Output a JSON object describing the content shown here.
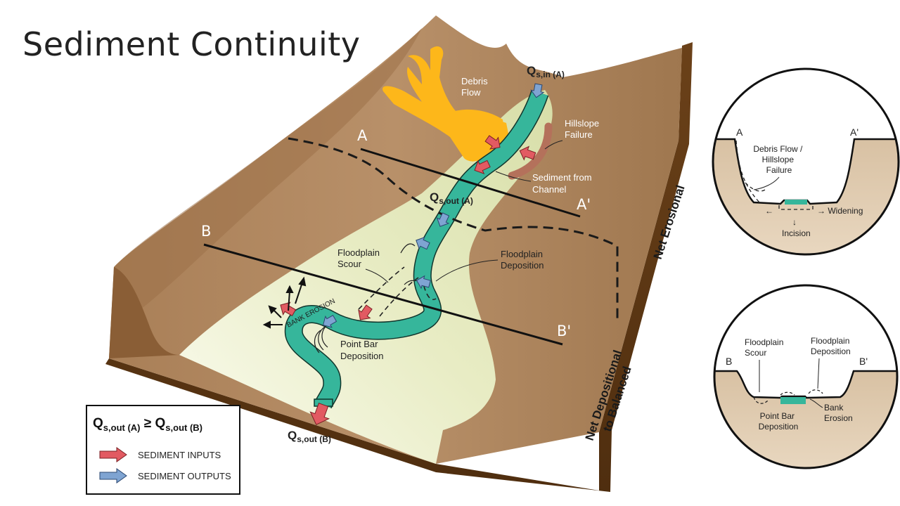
{
  "title": "Sediment Continuity",
  "colors": {
    "terrain_light": "#b28a62",
    "terrain_dark": "#5e3713",
    "floodplain": "#e2e7ba",
    "channel": "#36b69b",
    "debris": "#fdb71a",
    "failure": "#b4715b",
    "input_arrow": "#e25a62",
    "output_arrow": "#7fa4d2"
  },
  "main_diagram": {
    "labels": {
      "debris_flow": [
        "Debris",
        "Flow"
      ],
      "hillslope_failure": [
        "Hillslope",
        "Failure"
      ],
      "sediment_from_channel": [
        "Sediment from",
        "Channel"
      ],
      "floodplain_scour": [
        "Floodplain",
        "Scour"
      ],
      "floodplain_deposition": [
        "Floodplain",
        "Deposition"
      ],
      "point_bar_deposition": [
        "Point Bar",
        "Deposition"
      ],
      "bank_erosion": "BANK EROSION"
    },
    "sections": {
      "a": "A",
      "a_prime": "A'",
      "b": "B",
      "b_prime": "B'"
    },
    "flux": {
      "q_in_a": {
        "base": "Q",
        "sub": "s,in (A)"
      },
      "q_out_a": {
        "base": "Q",
        "sub": "s,out (A)"
      },
      "q_out_b": {
        "base": "Q",
        "sub": "s,out (B)"
      }
    },
    "zones": {
      "net_erosional": "Net Erosional",
      "net_depositional": [
        "Net Depositional",
        "to Balanced"
      ]
    }
  },
  "legend": {
    "lhs": {
      "base": "Q",
      "sub": "s,out (A)"
    },
    "operator": "≥",
    "rhs": {
      "base": "Q",
      "sub": "s,out (B)"
    },
    "inputs_label": "SEDIMENT INPUTS",
    "outputs_label": "SEDIMENT OUTPUTS"
  },
  "cross_section_a": {
    "left": "A",
    "right": "A'",
    "callout": [
      "Debris Flow /",
      "Hillslope",
      "Failure"
    ],
    "widening": "Widening",
    "incision": "Incision"
  },
  "cross_section_b": {
    "left": "B",
    "right": "B'",
    "floodplain_scour": [
      "Floodplain",
      "Scour"
    ],
    "floodplain_deposition": [
      "Floodplain",
      "Deposition"
    ],
    "point_bar_deposition": [
      "Point Bar",
      "Deposition"
    ],
    "bank_erosion": [
      "Bank",
      "Erosion"
    ]
  }
}
